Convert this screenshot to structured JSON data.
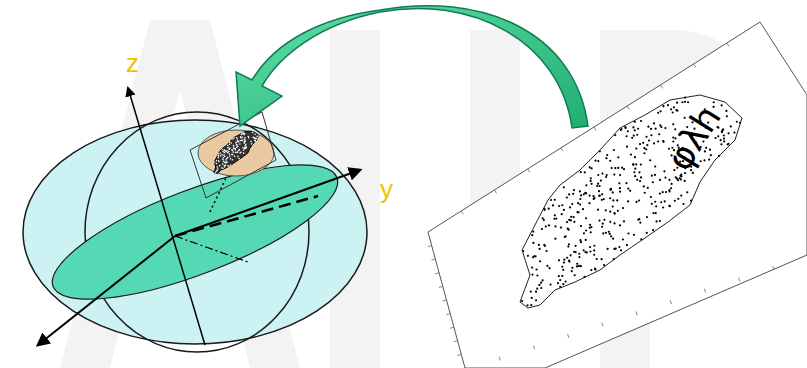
{
  "diagram": {
    "labels": [
      "z",
      "y",
      "φλh"
    ]
  }
}
